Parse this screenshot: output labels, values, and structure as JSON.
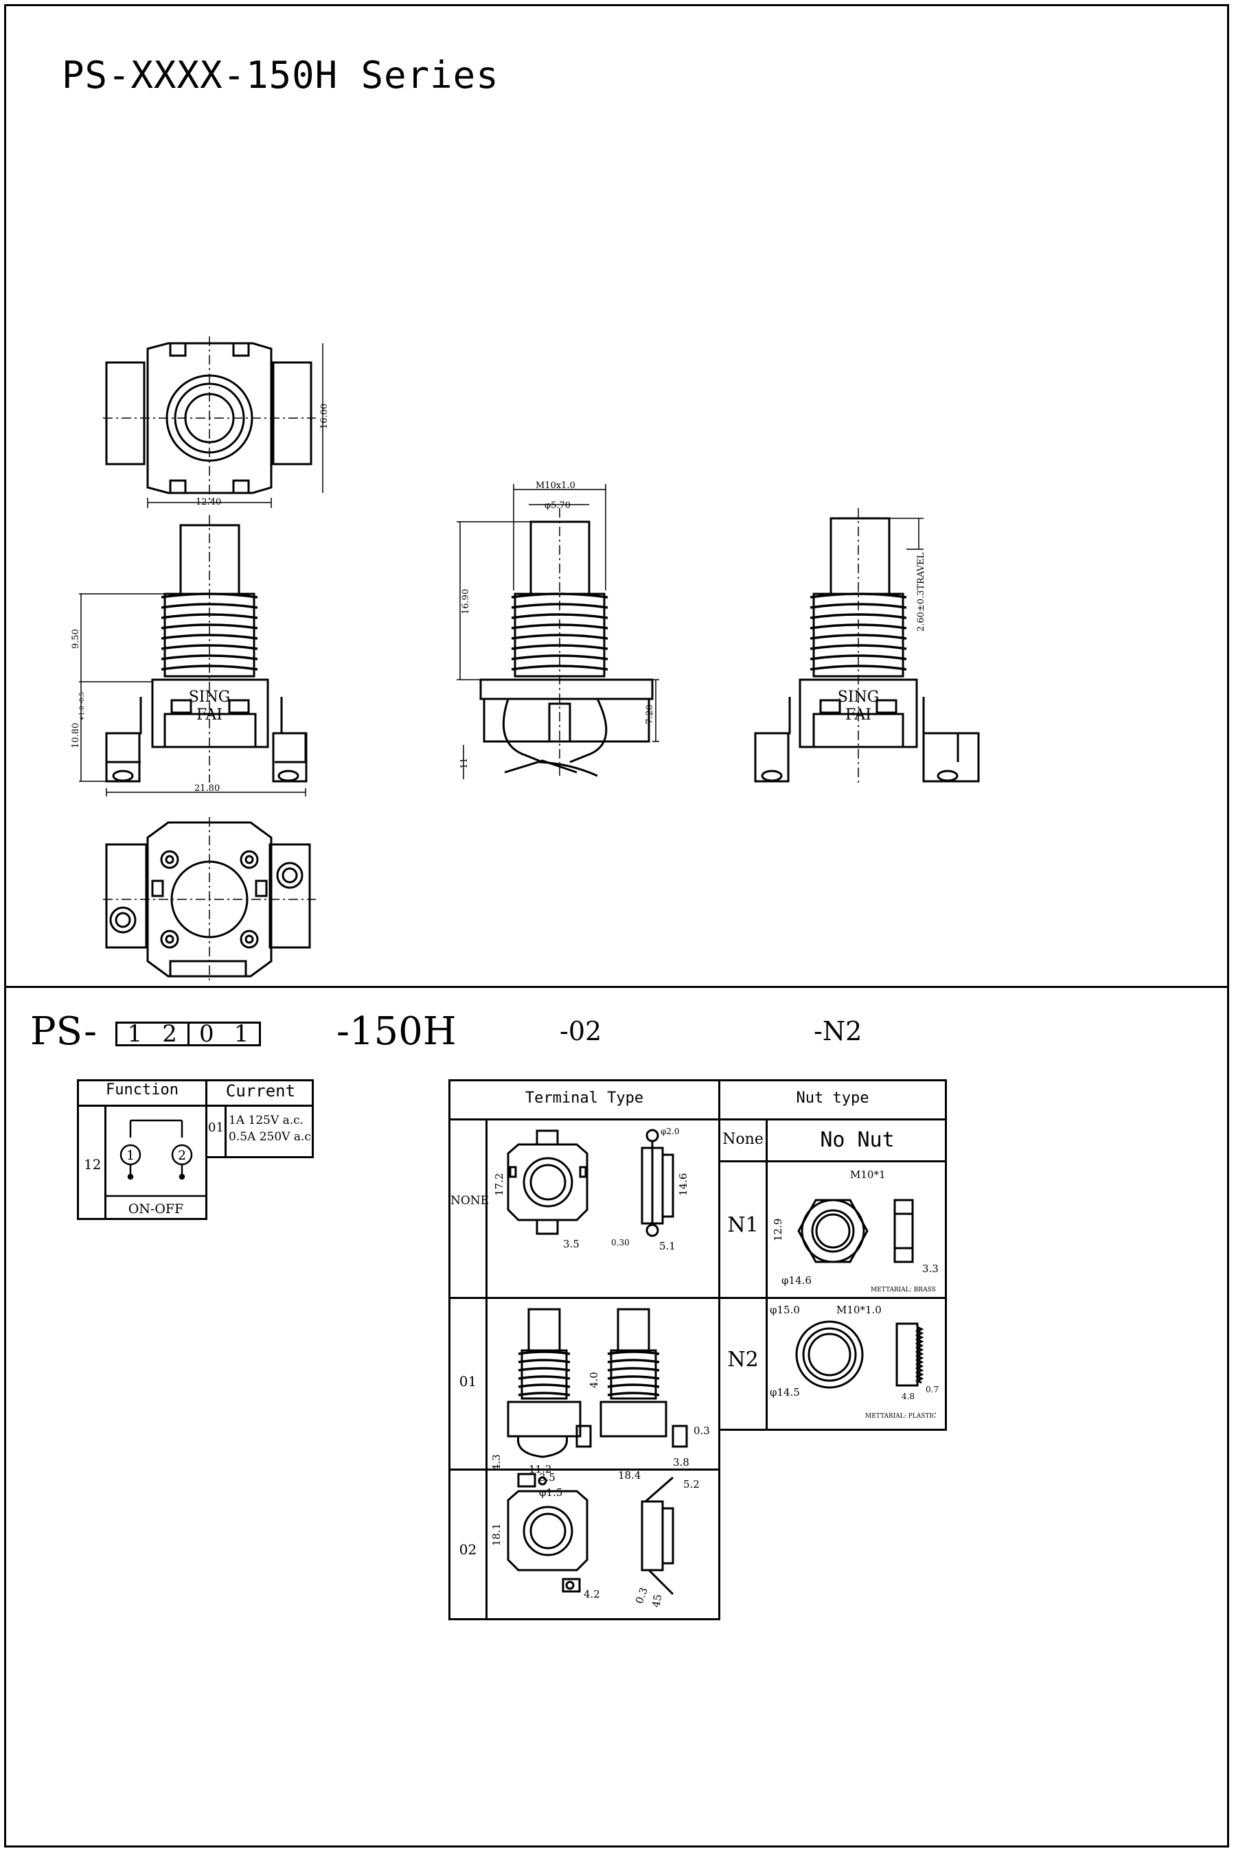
{
  "title": "PS-XXXX-150H Series",
  "part_number": {
    "prefix": "PS-",
    "boxes": [
      "1",
      "2",
      "0",
      "1"
    ],
    "suffix": "-150H",
    "terminal_code": "-02",
    "nut_code": "-N2"
  },
  "drawings": {
    "top_view": {
      "dim_width": "12.40",
      "dim_height": "16.00"
    },
    "front_view": {
      "dim_thread_len": "9.50",
      "dim_base_height": "10.80",
      "dim_tol": "+1.0 -0.5",
      "dim_total_width": "21.80",
      "brand_line1": "SING",
      "brand_line2": "FAI"
    },
    "side_view": {
      "dim_thread": "M10x1.0",
      "dim_shaft": "φ5.70",
      "dim_total": "16.90",
      "dim_body": "7.20",
      "dim_pin": "11"
    },
    "right_view": {
      "dim_travel": "2.60±0.3TRAVEL",
      "brand_line1": "SING",
      "brand_line2": "FAI"
    }
  },
  "function_table": {
    "header_function": "Function",
    "header_current": "Current",
    "function_code": "12",
    "contact_1": "1",
    "contact_2": "2",
    "function_label": "ON-OFF",
    "current_code": "01",
    "current_line1": "1A 125V a.c.",
    "current_line2": "0.5A 250V a.c."
  },
  "terminal_table": {
    "header": "Terminal Type",
    "rows": [
      {
        "code": "NONE",
        "dims": [
          "17.2",
          "3.5",
          "14.6",
          "φ2.0",
          "0.30",
          "5.1"
        ]
      },
      {
        "code": "01",
        "dims": [
          "4.0",
          "11.2",
          "4.3",
          "18.4",
          "3.8",
          "0.3"
        ]
      },
      {
        "code": "02",
        "dims": [
          "3.5",
          "φ1.5",
          "18.1",
          "4.2",
          "5.2",
          "0.3",
          "45"
        ]
      }
    ]
  },
  "nut_table": {
    "header": "Nut type",
    "rows": [
      {
        "code": "None",
        "desc": "No Nut"
      },
      {
        "code": "N1",
        "thread": "M10*1",
        "dia": "φ14.6",
        "side_a": "12.9",
        "thick": "3.3",
        "material": "METTARIAL: BRASS"
      },
      {
        "code": "N2",
        "thread": "M10*1.0",
        "dia_outer": "φ15.0",
        "dia_inner": "φ14.5",
        "thick": "4.8",
        "edge": "0.7",
        "material": "METTARIAL: PLASTIC"
      }
    ]
  }
}
